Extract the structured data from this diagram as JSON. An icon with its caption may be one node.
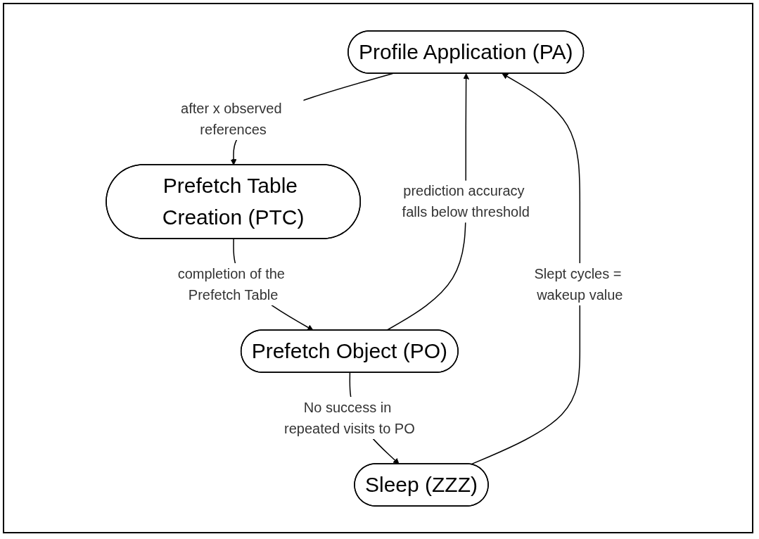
{
  "diagram": {
    "nodes": [
      {
        "text": [
          "Profile Application (PA)"
        ]
      },
      {
        "text": [
          "Prefetch Table Creation (PTC)"
        ]
      },
      {
        "text": [
          "Prefetch Object (PO)"
        ]
      },
      {
        "text": [
          "Sleep (ZZZ)"
        ]
      }
    ],
    "edges": [
      {
        "from": 0,
        "to": 1,
        "arrow": "to",
        "label": "after x observed references"
      },
      {
        "from": 1,
        "to": 2,
        "arrow": "to",
        "label": "completion of the Prefetch Table"
      },
      {
        "from": 2,
        "to": 0,
        "arrow": "to",
        "label": "prediction accuracy falls below threshold"
      },
      {
        "from": 2,
        "to": 3,
        "arrow": "to",
        "label": "No success in repeated visits to PO"
      },
      {
        "from": 3,
        "to": 0,
        "arrow": "to",
        "label": "Slept cycles = wakeup value"
      }
    ]
  }
}
